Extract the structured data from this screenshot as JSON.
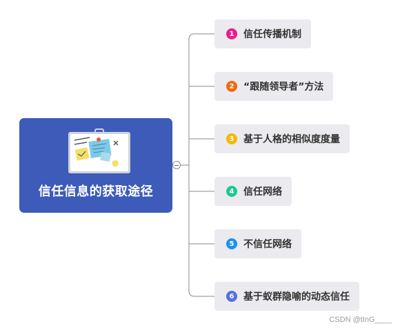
{
  "root": {
    "title": "信任信息的获取途径",
    "icon": "pinboard-illustration-icon"
  },
  "branches": [
    {
      "num": "1",
      "label": "信任传播机制",
      "color": "#e91e8c"
    },
    {
      "num": "2",
      "label": "“跟随领导者”方法",
      "color": "#f06a0f"
    },
    {
      "num": "3",
      "label": "基于人格的相似度度量",
      "color": "#f5b800"
    },
    {
      "num": "4",
      "label": "信任网络",
      "color": "#1ec990"
    },
    {
      "num": "5",
      "label": "不信任网络",
      "color": "#1e90f0"
    },
    {
      "num": "6",
      "label": "基于蚁群隐喻的动态信任",
      "color": "#5470e0"
    }
  ],
  "watermark": "CSDN @tInG____"
}
